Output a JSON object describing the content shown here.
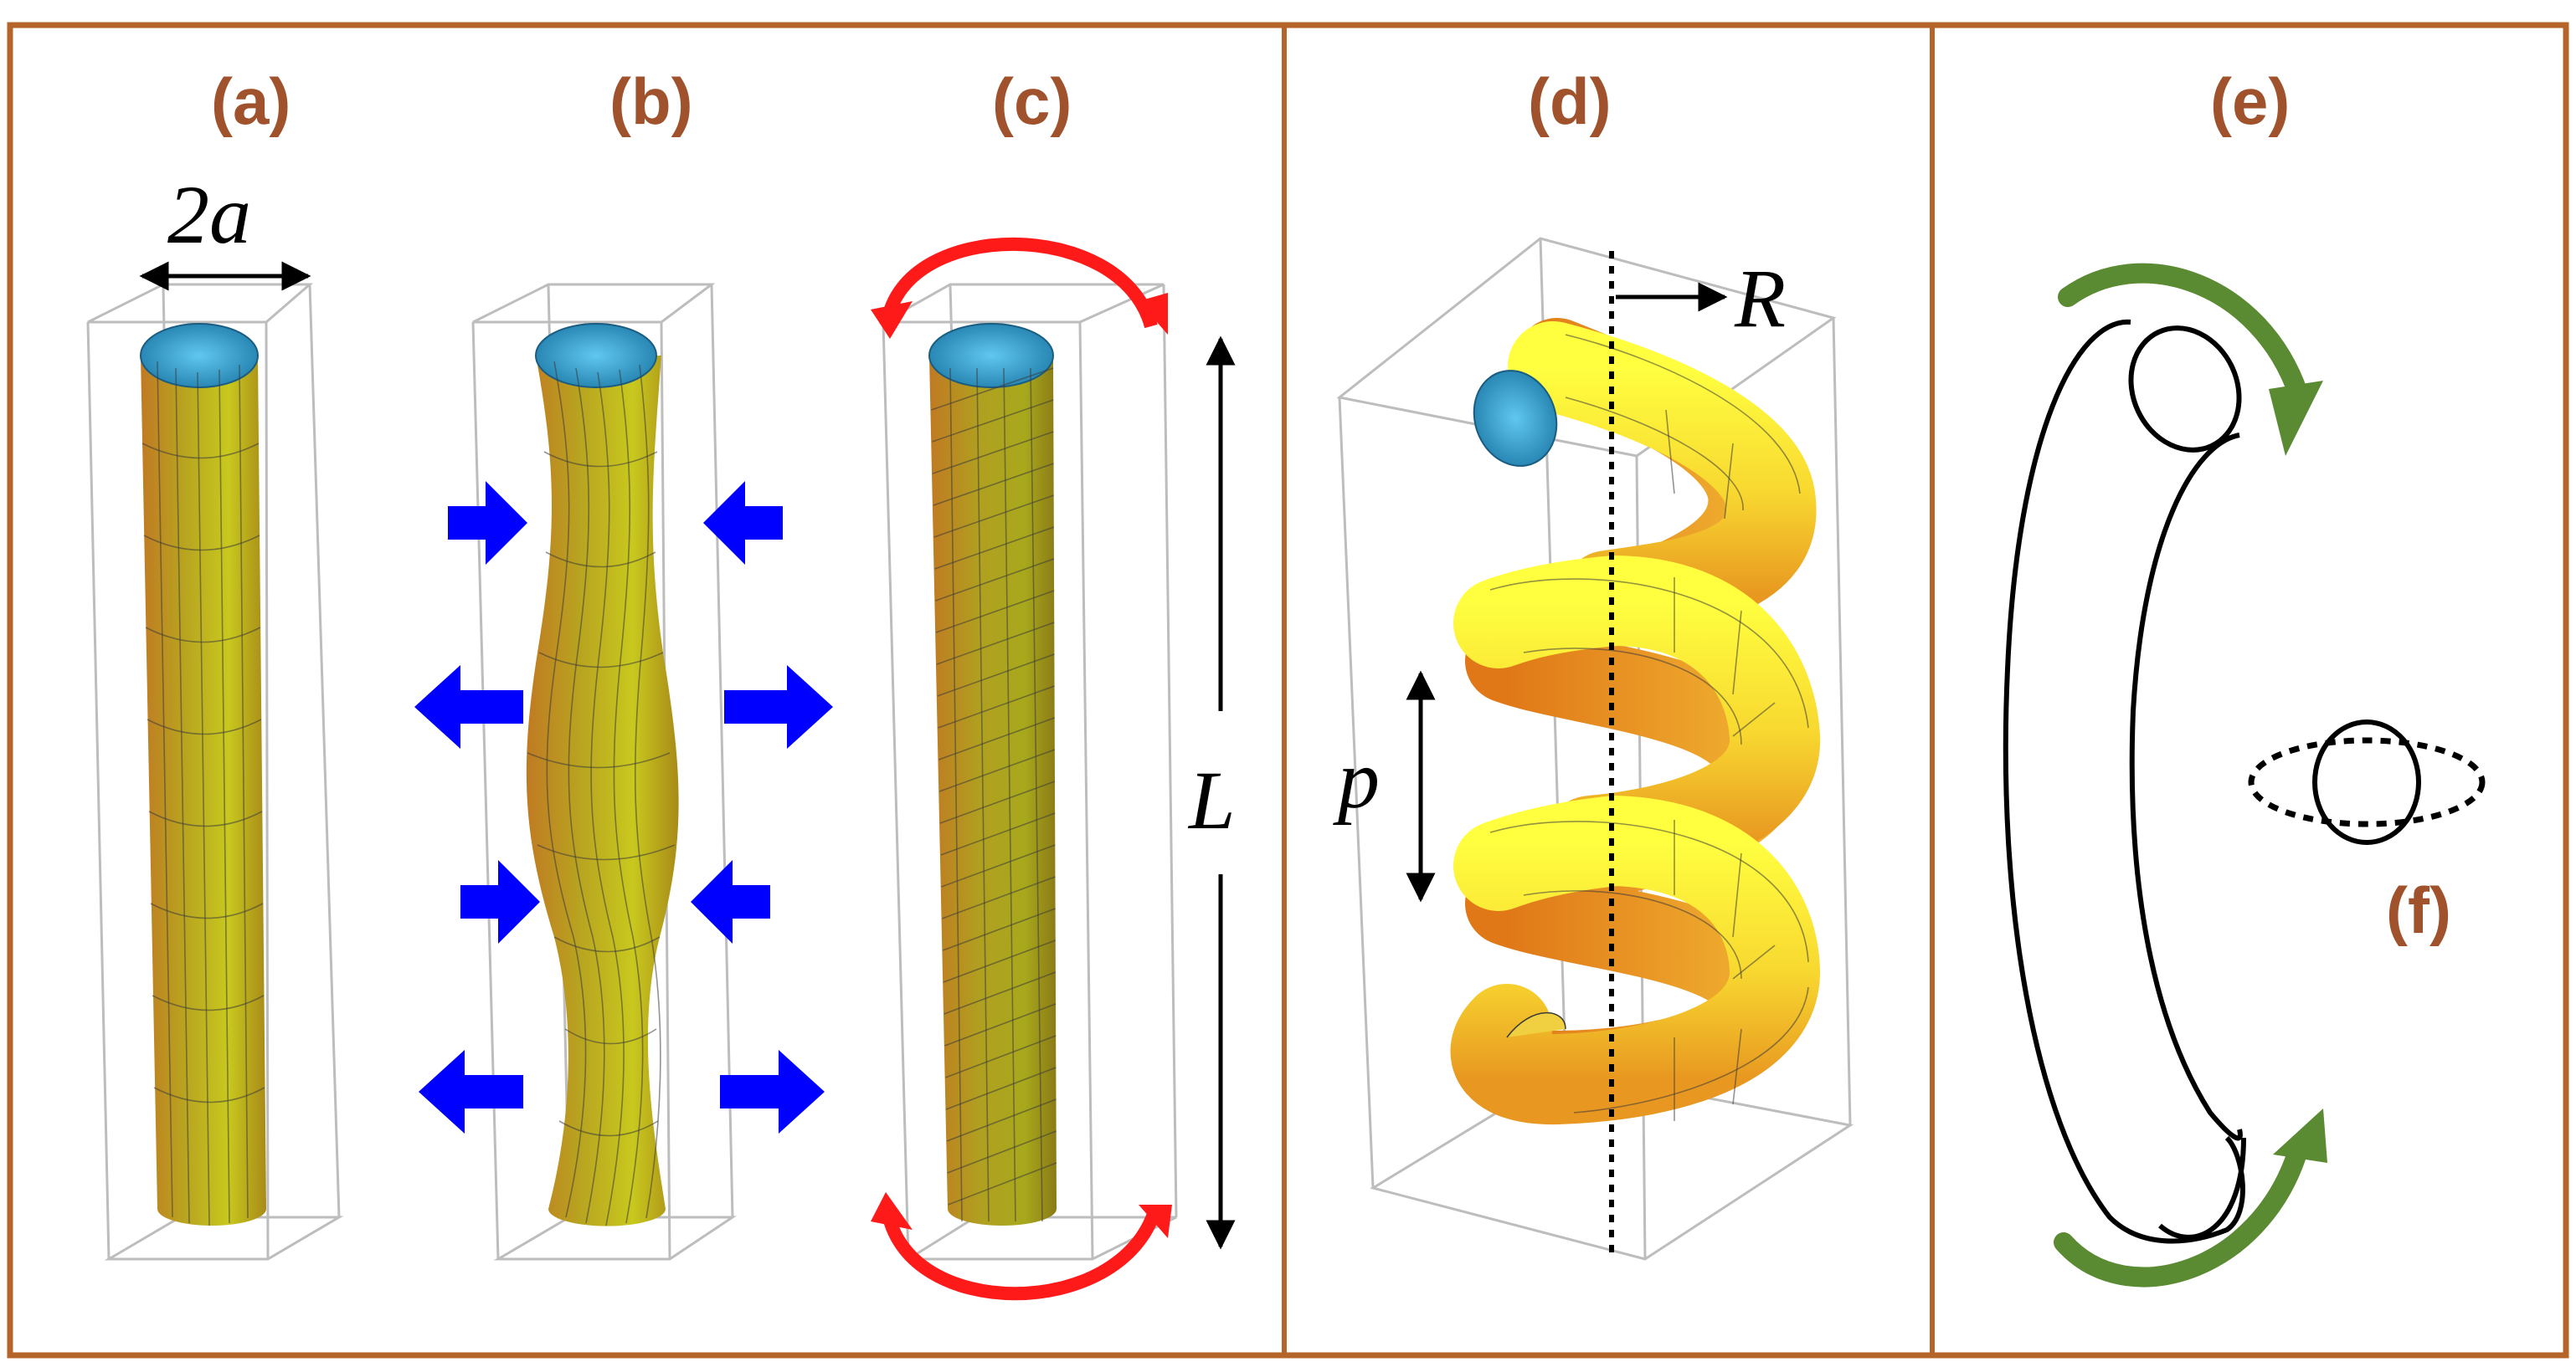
{
  "figure": {
    "colors": {
      "frame": "#b5652a",
      "panel_label": "#a0522d",
      "cylinder_light": "#c8c81e",
      "cylinder_dark": "#c08020",
      "inner_blue": "#3cb4e6",
      "helix_light": "#ffff30",
      "helix_dark": "#f0a020",
      "squeeze_arrow": "#0000ff",
      "twist_arrow": "#ff1a1a",
      "rotation_arrow": "#5a8a32"
    },
    "panels": {
      "a": {
        "label": "(a)",
        "dimension_label": "2a"
      },
      "b": {
        "label": "(b)"
      },
      "c": {
        "label": "(c)",
        "length_label": "L"
      },
      "d": {
        "label": "(d)",
        "radius_label": "R",
        "pitch_label": "p"
      },
      "e": {
        "label": "(e)"
      },
      "f": {
        "label": "(f)"
      }
    }
  }
}
